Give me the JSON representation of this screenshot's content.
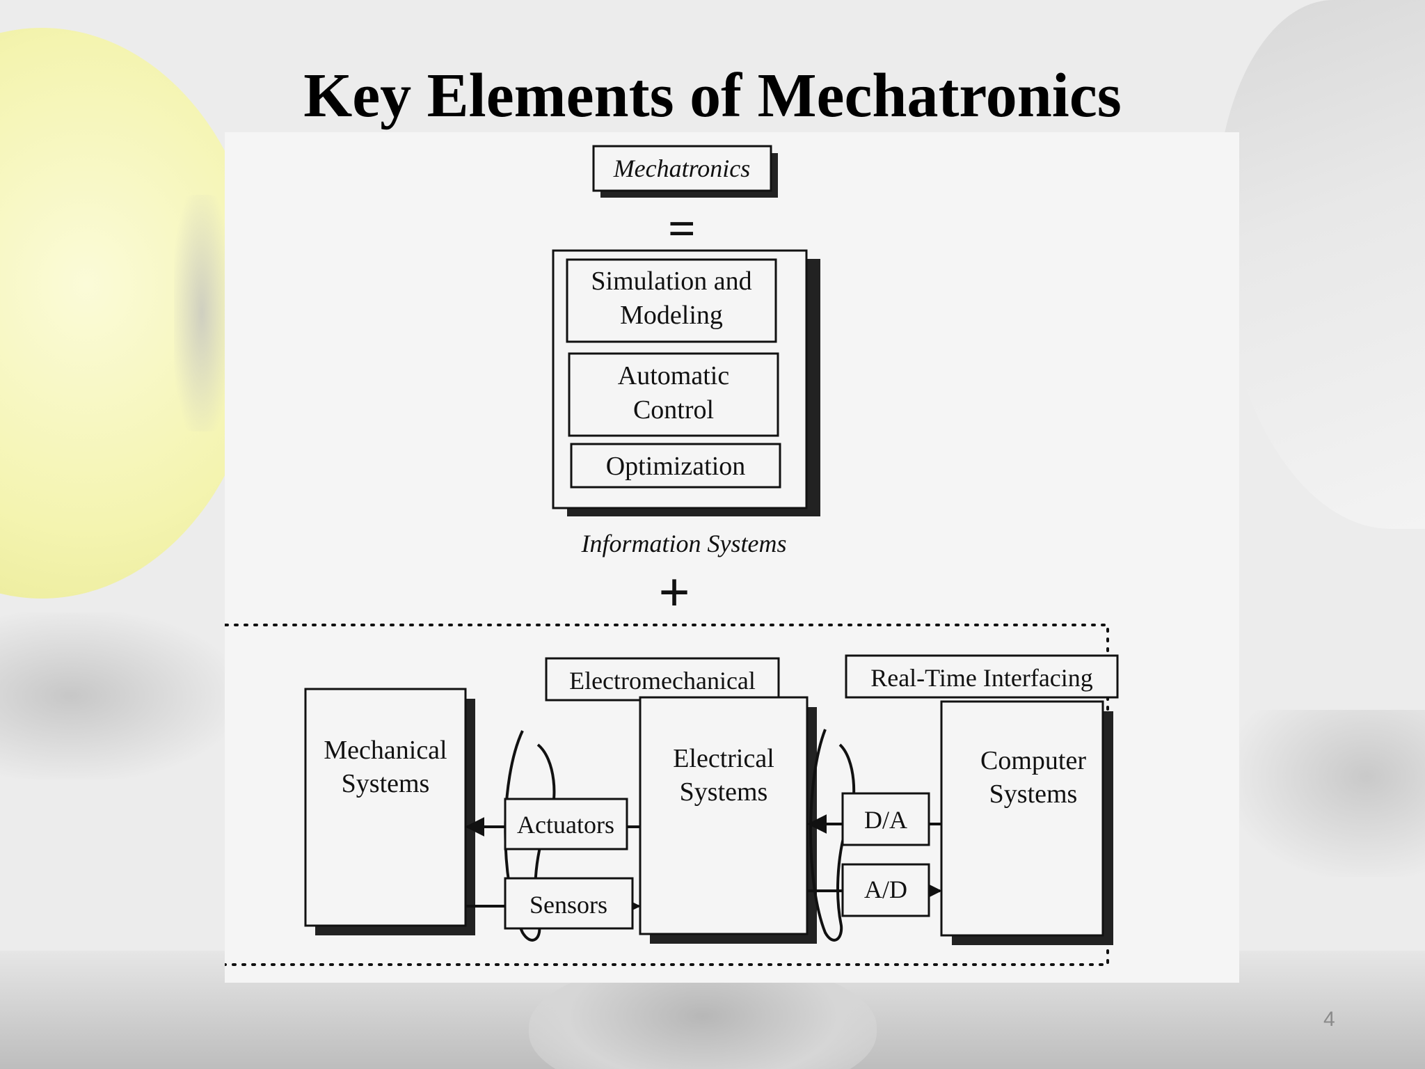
{
  "slide": {
    "title": "Key Elements of Mechatronics",
    "page_number": "4"
  },
  "diagram": {
    "top_label": "Mechatronics",
    "equals": "=",
    "info_items": [
      {
        "line1": "Simulation and",
        "line2": "Modeling"
      },
      {
        "line1": "Automatic",
        "line2": "Control"
      },
      {
        "line1": "Optimization",
        "line2": ""
      }
    ],
    "info_caption": "Information Systems",
    "plus": "+",
    "electromechanical_label": "Electromechanical",
    "realtime_label": "Real-Time Interfacing",
    "mechanical": {
      "line1": "Mechanical",
      "line2": "Systems"
    },
    "electrical": {
      "line1": "Electrical",
      "line2": "Systems"
    },
    "computer": {
      "line1": "Computer",
      "line2": "Systems"
    },
    "actuators": "Actuators",
    "sensors": "Sensors",
    "da": "D/A",
    "ad": "A/D"
  }
}
